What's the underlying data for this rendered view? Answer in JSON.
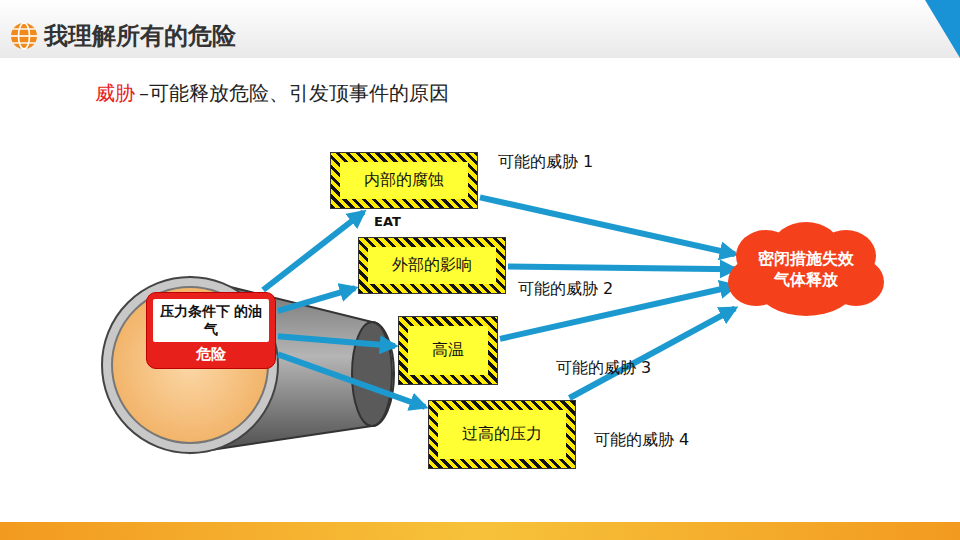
{
  "diagram": {
    "title": "我理解所有的危险",
    "nodes": [
      {
        "text": [
          "压力条件下 的油气",
          "危险"
        ]
      },
      {
        "text": [
          "内部的腐蚀"
        ]
      },
      {
        "text": [
          "外部的影响"
        ]
      },
      {
        "text": [
          "高温"
        ]
      },
      {
        "text": [
          "过高的压力"
        ]
      },
      {
        "text": [
          "密闭措施失效 气体释放"
        ]
      }
    ],
    "edges": [
      {
        "from": 0,
        "to": 1,
        "arrow": "to"
      },
      {
        "from": 0,
        "to": 2,
        "arrow": "to"
      },
      {
        "from": 0,
        "to": 3,
        "arrow": "to"
      },
      {
        "from": 0,
        "to": 4,
        "arrow": "to"
      },
      {
        "from": 1,
        "to": 5,
        "arrow": "to"
      },
      {
        "from": 2,
        "to": 5,
        "arrow": "to"
      },
      {
        "from": 3,
        "to": 5,
        "arrow": "to"
      },
      {
        "from": 4,
        "to": 5,
        "arrow": "to"
      }
    ],
    "labels": [
      "威胁",
      "–可能释放危险、引发顶事件的原因",
      "可能的威胁 1",
      "EAT",
      "可能的威胁 2",
      "可能的威胁 3",
      "可能的威胁 4"
    ]
  }
}
